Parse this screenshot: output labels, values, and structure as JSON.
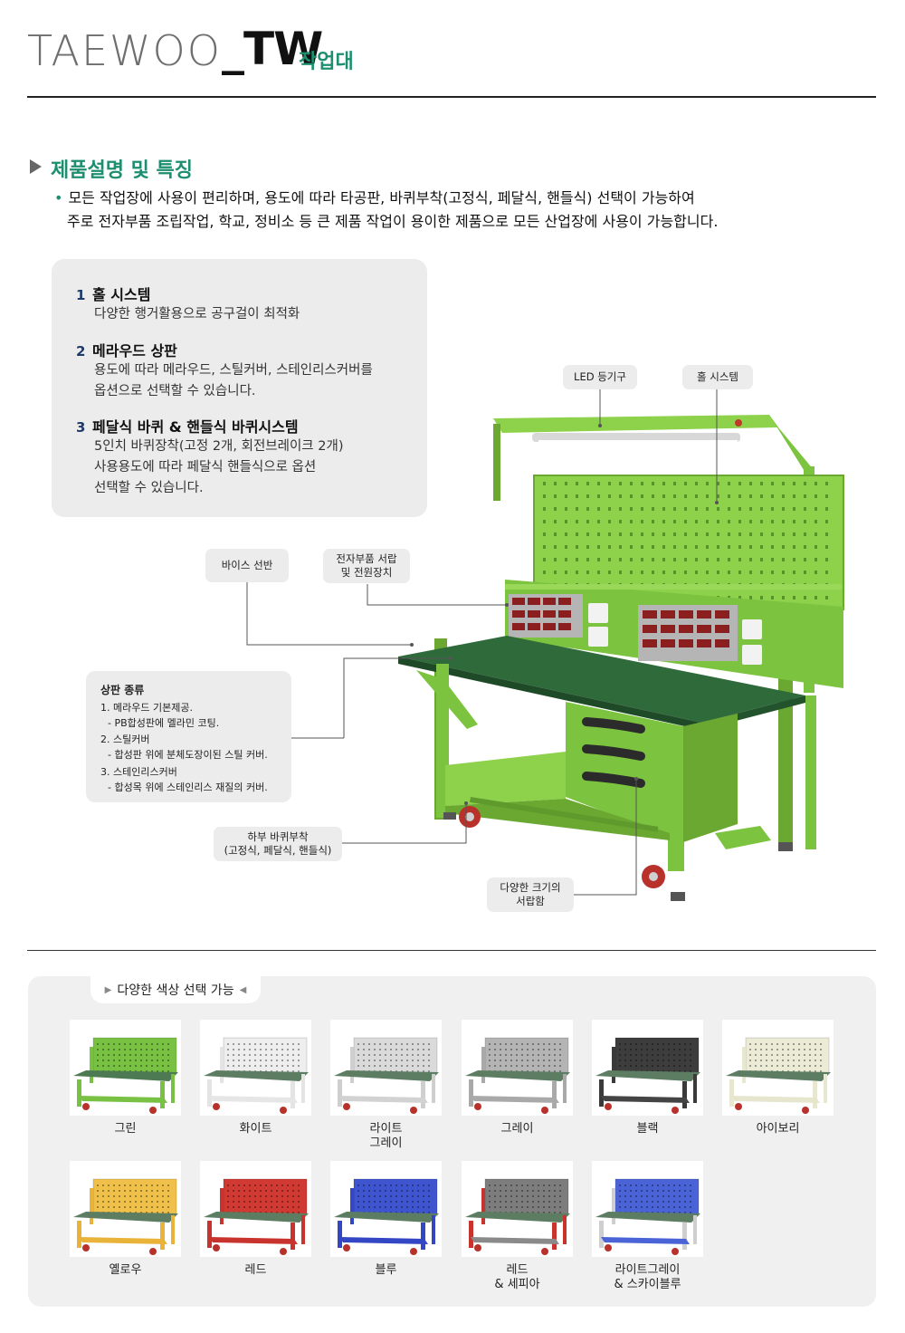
{
  "header": {
    "logo": "TAEWOO",
    "model": "_TW",
    "product_kor": "작업대"
  },
  "section": {
    "title": "제품설명 및 특징",
    "desc_line1": "모든 작업장에 사용이 편리하며, 용도에 따라 타공판, 바퀴부착(고정식, 페달식, 핸들식) 선택이 가능하여",
    "desc_line2": "주로 전자부품 조립작업, 학교, 정비소 등 큰 제품 작업이 용이한 제품으로 모든 산업장에 사용이 가능합니다."
  },
  "features": [
    {
      "num": "1",
      "title": "홀 시스템",
      "lines": [
        "다양한 행거활용으로 공구걸이 최적화"
      ]
    },
    {
      "num": "2",
      "title": "메라우드 상판",
      "lines": [
        "용도에 따라 메라우드, 스틸커버, 스테인리스커버를",
        "옵션으로 선택할 수 있습니다."
      ]
    },
    {
      "num": "3",
      "title": "페달식 바퀴 & 핸들식 바퀴시스템",
      "lines": [
        "5인치 바퀴장착(고정 2개, 회전브레이크 2개)",
        "사용용도에 따라 페달식 핸들식으로 옵션",
        "선택할 수 있습니다."
      ]
    }
  ],
  "callouts": {
    "led": "LED 등기구",
    "hole": "홀 시스템",
    "vise": "바이스 선반",
    "drawer_power_1": "전자부품 서랍",
    "drawer_power_2": "및 전원장치",
    "casters_1": "하부 바퀴부착",
    "casters_2": "(고정식, 페달식, 핸들식)",
    "drawers_1": "다양한 크기의",
    "drawers_2": "서랍함"
  },
  "top_types": {
    "title": "상판 종류",
    "items": [
      "1. 메라우드 기본제공.",
      "   - PB합성판에 멜라민 코팅.",
      "2. 스틸커버",
      "   - 합성판 위에 분체도장이된 스틸 커버.",
      "3. 스테인리스커버",
      "   - 합성목 위에 스테인리스 재질의 커버."
    ]
  },
  "colors": {
    "pill": "다양한 색상 선택 가능",
    "options": [
      {
        "label1": "그린",
        "label2": "",
        "frame": "#79c142",
        "board": "#79c142",
        "top": "#4d7a52",
        "shelf": "#79c142"
      },
      {
        "label1": "화이트",
        "label2": "",
        "frame": "#e4e4e4",
        "board": "#eeeeee",
        "top": "#5d7d62",
        "shelf": "#e6e6e6"
      },
      {
        "label1": "라이트",
        "label2": "그레이",
        "frame": "#cfcfcf",
        "board": "#dadada",
        "top": "#5d7d62",
        "shelf": "#d2d2d2"
      },
      {
        "label1": "그레이",
        "label2": "",
        "frame": "#a9a9a9",
        "board": "#b4b4b4",
        "top": "#5d7d62",
        "shelf": "#a9a9a9"
      },
      {
        "label1": "블랙",
        "label2": "",
        "frame": "#3a3a3a",
        "board": "#3d3d3d",
        "top": "#5d7d62",
        "shelf": "#444444"
      },
      {
        "label1": "아이보리",
        "label2": "",
        "frame": "#e8e7cf",
        "board": "#ecebd6",
        "top": "#5d7d62",
        "shelf": "#e6e5ce"
      },
      {
        "label1": "옐로우",
        "label2": "",
        "frame": "#e9b33a",
        "board": "#efc04a",
        "top": "#5d7d62",
        "shelf": "#e9b33a"
      },
      {
        "label1": "레드",
        "label2": "",
        "frame": "#c9332e",
        "board": "#d03a33",
        "top": "#5d7d62",
        "shelf": "#c9332e"
      },
      {
        "label1": "블루",
        "label2": "",
        "frame": "#3346c4",
        "board": "#3f55d0",
        "top": "#5d7d62",
        "shelf": "#3346c4"
      },
      {
        "label1": "레드",
        "label2": "& 세피아",
        "frame": "#c9332e",
        "board": "#7d7d7d",
        "top": "#5d7d62",
        "shelf": "#8a8a8a"
      },
      {
        "label1": "라이트그레이",
        "label2": "& 스카이블루",
        "frame": "#cfcfcf",
        "board": "#4a63d6",
        "top": "#5d7d62",
        "shelf": "#4a63d6"
      }
    ]
  }
}
